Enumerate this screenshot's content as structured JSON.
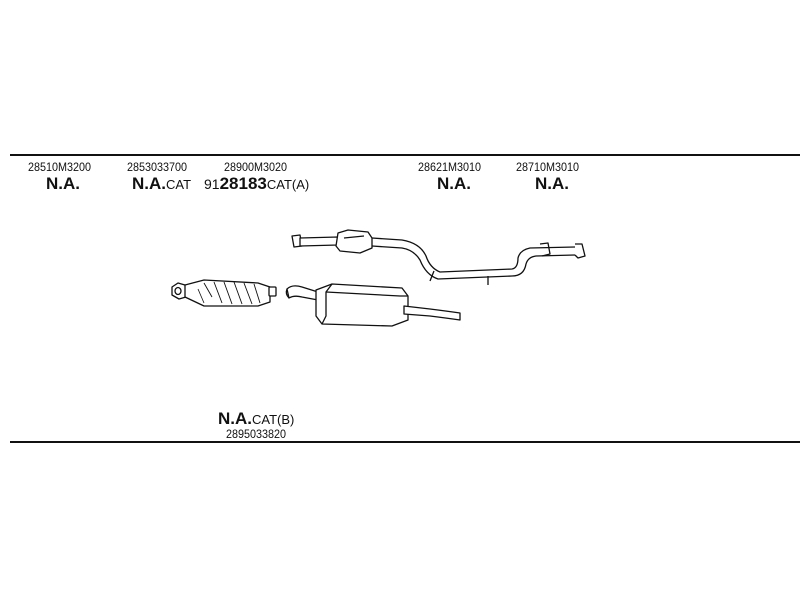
{
  "parts": [
    {
      "id": "p1",
      "part_number": "28510M3200",
      "status": "N.A.",
      "suffix": "",
      "prefix": ""
    },
    {
      "id": "p2",
      "part_number": "2853033700",
      "status": "N.A.",
      "suffix": "CAT",
      "prefix": ""
    },
    {
      "id": "p3",
      "part_number": "28900M3020",
      "status": "28183",
      "suffix": "CAT(A)",
      "prefix": "91"
    },
    {
      "id": "p4",
      "part_number": "28621M3010",
      "status": "N.A.",
      "suffix": "",
      "prefix": ""
    },
    {
      "id": "p5",
      "part_number": "28710M3010",
      "status": "N.A.",
      "suffix": "",
      "prefix": ""
    },
    {
      "id": "p6",
      "part_number": "2895033820",
      "status": "N.A.",
      "suffix": "CAT(B)",
      "prefix": ""
    }
  ],
  "colors": {
    "line": "#111111",
    "fill": "#ffffff",
    "shade": "#bdbdbd"
  }
}
